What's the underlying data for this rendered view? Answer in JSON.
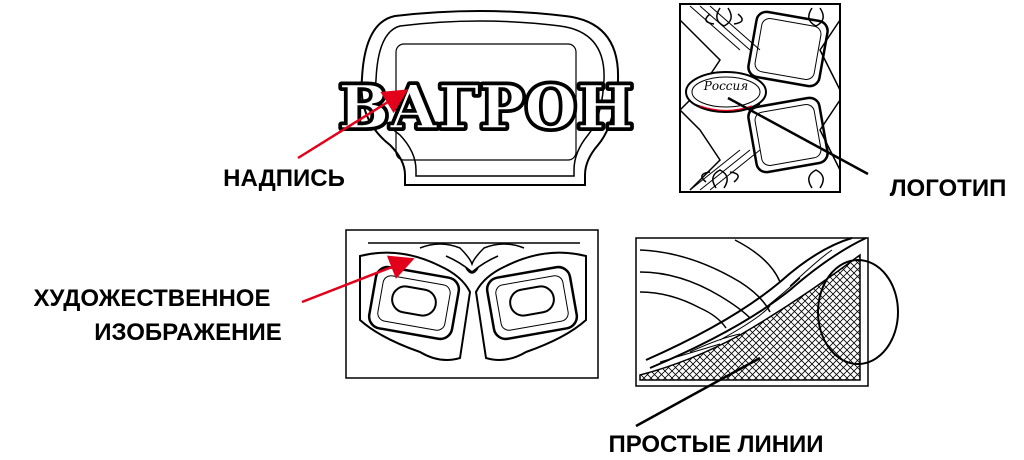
{
  "labels": {
    "inscription": "НАДПИСЬ",
    "logo": "ЛОГОТИП",
    "art_line1": "ХУДОЖЕСТВЕННОЕ",
    "art_line2": "ИЗОБРАЖЕНИЕ",
    "simple_lines": "ПРОСТЫЕ ЛИНИИ"
  },
  "sign_text": "ВАГРОН",
  "logo_text": "Россия",
  "colors": {
    "arrow_red": "#e3001b",
    "arrow_black": "#000000",
    "stroke": "#000000",
    "background": "#ffffff"
  }
}
